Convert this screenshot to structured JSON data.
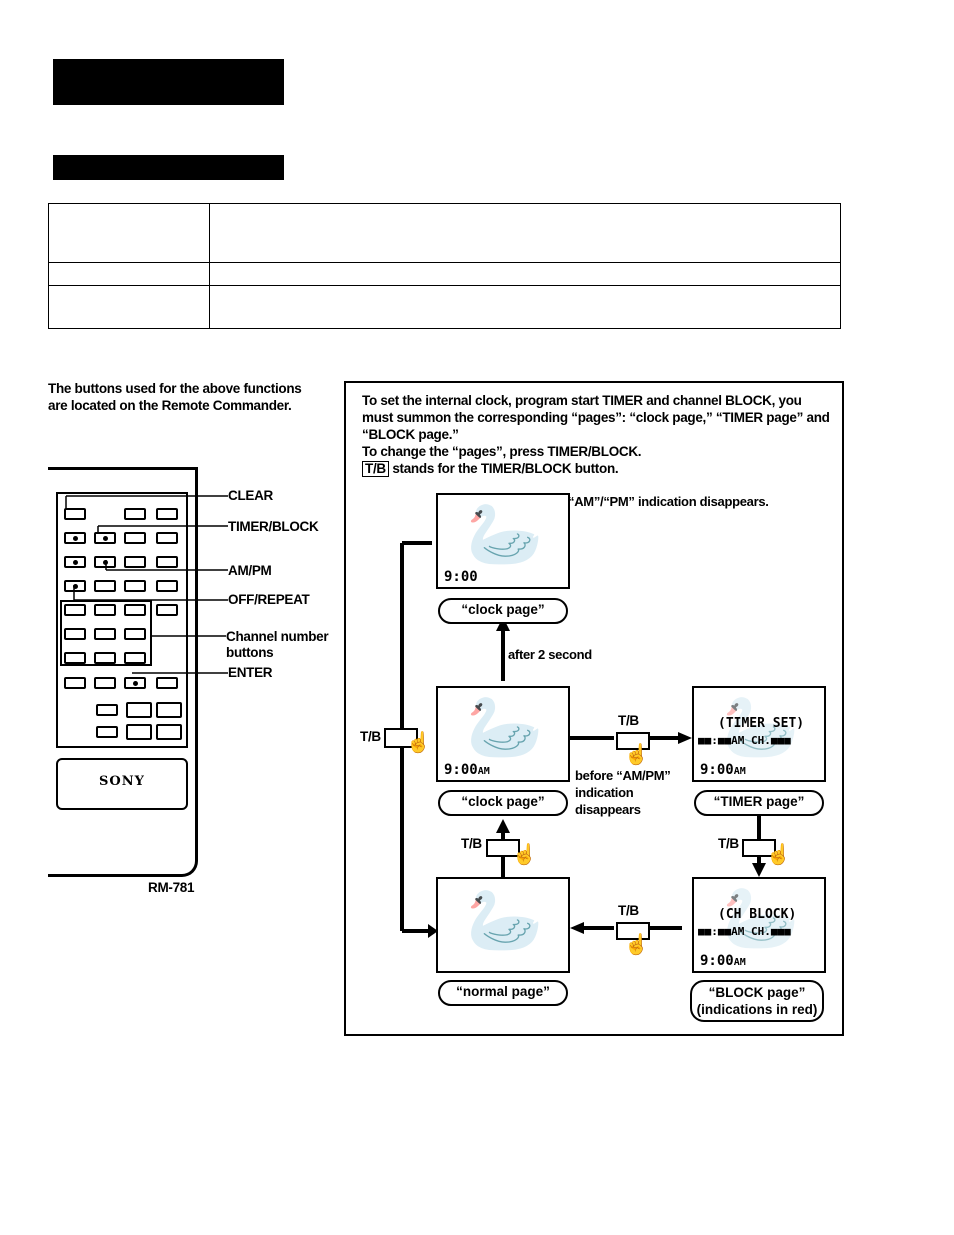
{
  "remote": {
    "labels": {
      "clear": "CLEAR",
      "timer_block": "TIMER/BLOCK",
      "ampm": "AM/PM",
      "off_repeat": "OFF/REPEAT",
      "channel_numbers": "Channel number buttons",
      "enter": "ENTER"
    },
    "brand": "SONY",
    "model": "RM-781"
  },
  "intro_text": "The buttons used for the above functions are located on the Remote Commander.",
  "diagram": {
    "desc_line1": "To set the internal clock, program start TIMER and channel BLOCK, you must summon the corresponding “pages”: “clock page,” “TIMER page” and “BLOCK page.”",
    "desc_line2": "To change the “pages”, press TIMER/BLOCK.",
    "tb_box": "T/B",
    "desc_line3": "stands for the TIMER/BLOCK button.",
    "ampm_disappears": "“AM”/“PM” indication disappears.",
    "after_2_second": "after 2 second",
    "before_ampm": "before “AM/PM” indication disappears",
    "tb": "T/B",
    "pages": {
      "clock_top": "“clock page”",
      "clock_mid": "“clock page”",
      "timer": "“TIMER page”",
      "normal": "“normal page”",
      "block_line1": "“BLOCK page”",
      "block_line2": "(indications in red)"
    },
    "screens": {
      "time_plain": "9:00",
      "time": "9:00",
      "am": "AM",
      "timer_osd": "(TIMER SET)",
      "block_osd": "(CH BLOCK)",
      "osd_line2": "■■:■■AM CH.■■■"
    }
  }
}
